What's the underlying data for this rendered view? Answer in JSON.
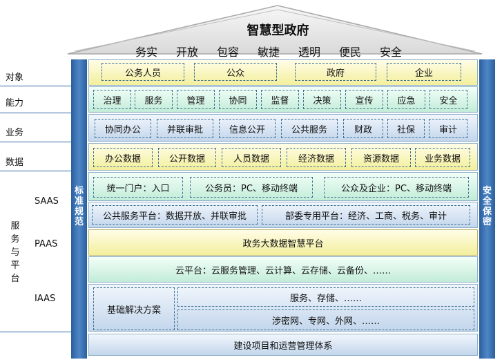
{
  "roof": {
    "title": "智慧型政府",
    "values": [
      "务实",
      "开放",
      "包容",
      "敏捷",
      "透明",
      "便民",
      "安全"
    ]
  },
  "left_labels": {
    "target": "对象",
    "capability": "能力",
    "business": "业务",
    "data": "数据",
    "service_platform": "服务与平台",
    "saas": "SAAS",
    "paas": "PAAS",
    "iaas": "IAAS"
  },
  "pillars": {
    "left": "标准规范",
    "right": "安全保密"
  },
  "rows": {
    "target": [
      "公务人员",
      "公众",
      "政府",
      "企业"
    ],
    "capability": [
      "治理",
      "服务",
      "管理",
      "协同",
      "监督",
      "决策",
      "宣传",
      "应急",
      "安全"
    ],
    "business": [
      "协同办公",
      "并联审批",
      "信息公开",
      "公共服务",
      "财政",
      "社保",
      "审计"
    ],
    "data": [
      "办公数据",
      "公开数据",
      "人员数据",
      "经济数据",
      "资源数据",
      "业务数据"
    ],
    "saas_top": [
      "统一门户：入口",
      "公务员：PC、移动终端",
      "公众及企业：PC、移动终端"
    ],
    "saas_bottom": [
      "公共服务平台：数据开放、并联审批",
      "部委专用平台：经济、工商、税务、审计"
    ],
    "paas": "政务大数据智慧平台",
    "cloud": "云平台：云服务管理、云计算、云存储、云备份、……",
    "iaas_solution": "基础解决方案",
    "iaas_services": "服务、存储、……",
    "iaas_networks": "涉密网、专网、外网、……",
    "foundation": "建设项目和运营管理体系"
  }
}
